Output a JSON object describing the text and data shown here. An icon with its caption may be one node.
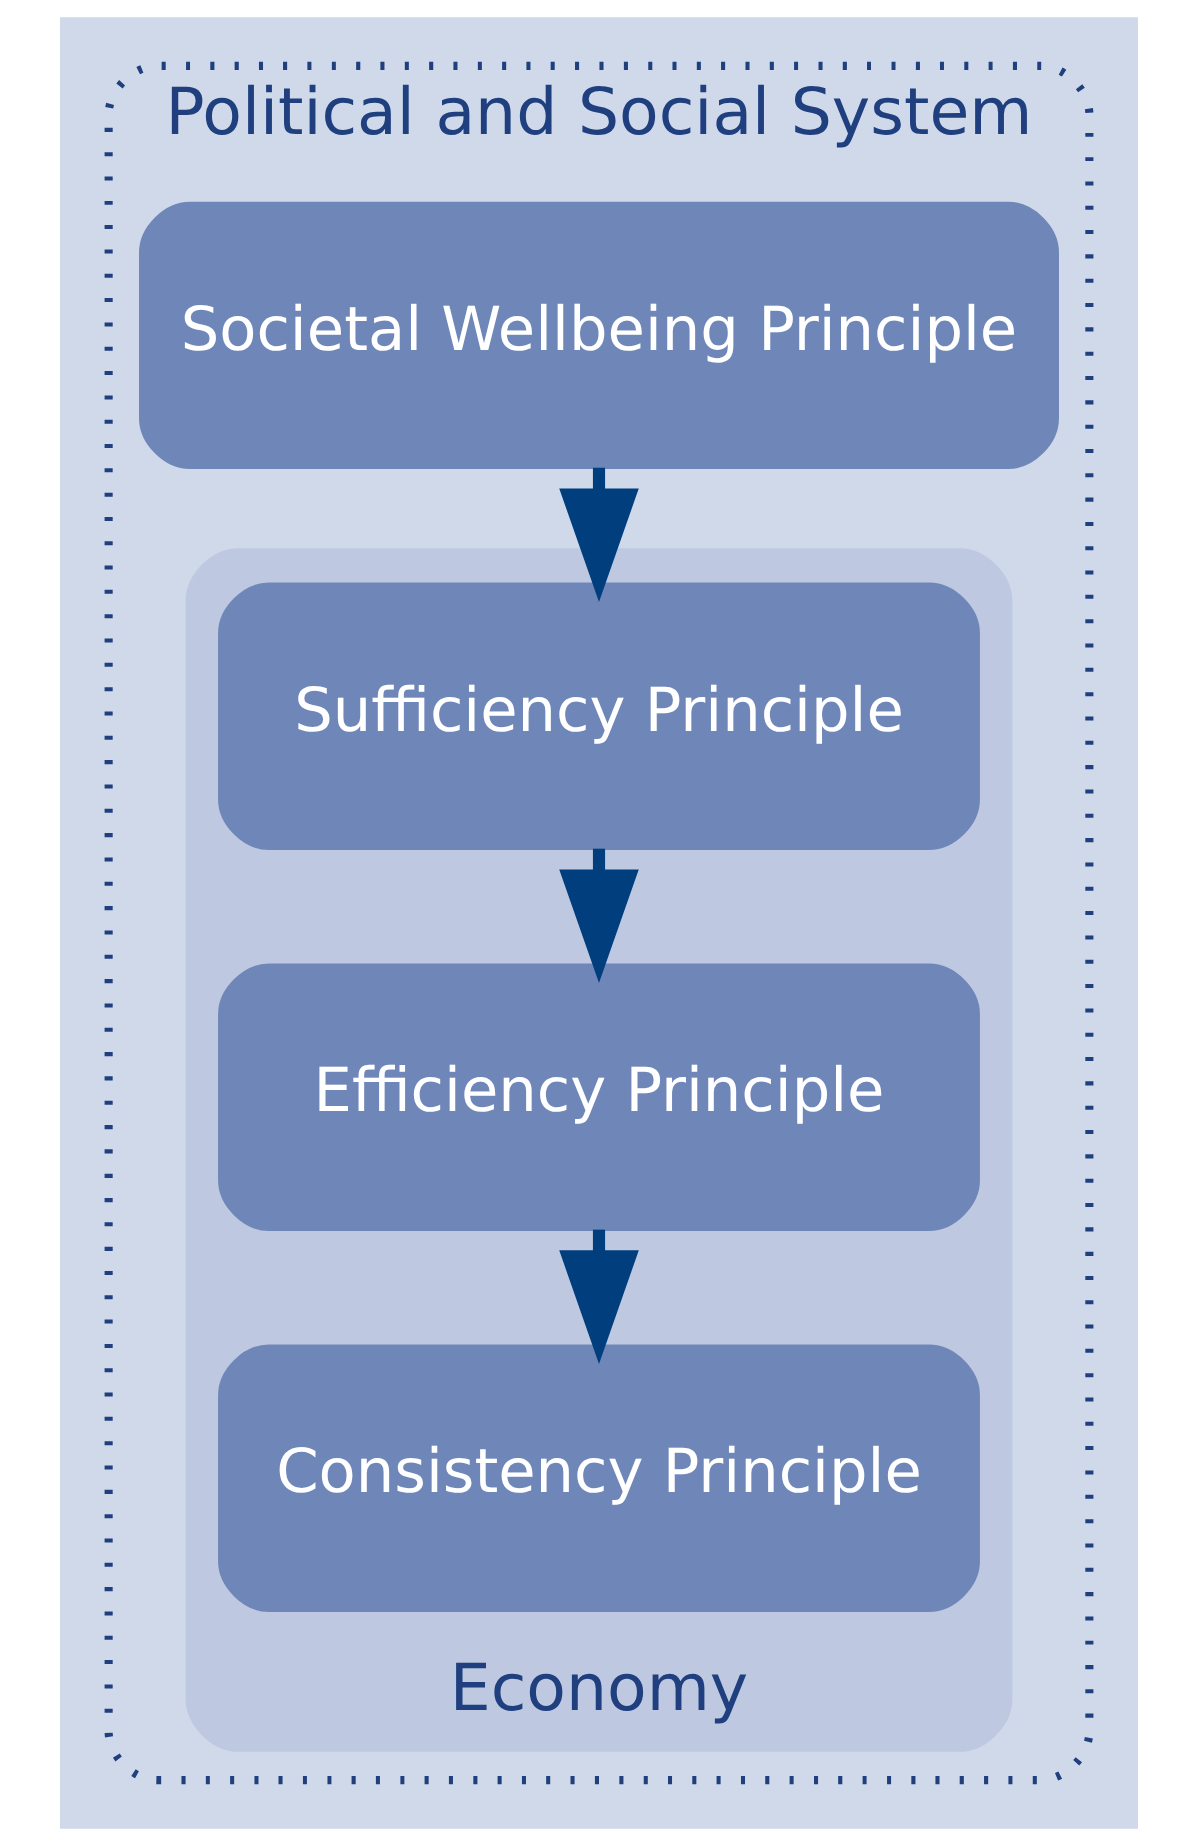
{
  "diagram": {
    "nodes": [
      {
        "text": [
          "Political and Social System"
        ]
      },
      {
        "text": [
          "Societal Wellbeing Principle"
        ],
        "in": 0
      },
      {
        "text": [
          "Economy"
        ],
        "in": 0
      },
      {
        "text": [
          "Sufficiency Principle"
        ],
        "in": 2
      },
      {
        "text": [
          "Efficiency Principle"
        ],
        "in": 2
      },
      {
        "text": [
          "Consistency Principle"
        ],
        "in": 2
      }
    ],
    "edges": [
      {
        "from": 1,
        "to": 3,
        "arrow": "to"
      },
      {
        "from": 3,
        "to": 4,
        "arrow": "to"
      },
      {
        "from": 4,
        "to": 5,
        "arrow": "to"
      }
    ]
  }
}
